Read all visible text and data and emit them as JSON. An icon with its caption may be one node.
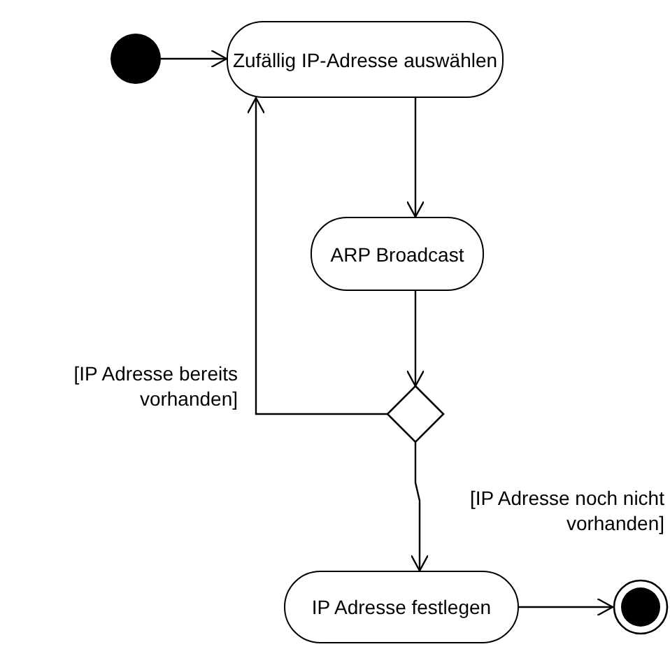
{
  "diagram": {
    "nodes": [
      {
        "text": [],
        "shape": "circle"
      },
      {
        "text": [
          "Zufällig IP-Adresse auswählen"
        ]
      },
      {
        "text": [
          "ARP Broadcast"
        ]
      },
      {
        "text": [],
        "shape": "diamond"
      },
      {
        "text": [
          "IP Adresse festlegen"
        ]
      },
      {
        "text": [],
        "shape": "circle"
      }
    ],
    "edges": [
      {
        "from": 0,
        "to": 1,
        "arrow": "to"
      },
      {
        "from": 1,
        "to": 2,
        "arrow": "to"
      },
      {
        "from": 2,
        "to": 3,
        "arrow": "to"
      },
      {
        "from": 3,
        "to": 1,
        "arrow": "to",
        "label": "[IP Adresse bereits vorhanden]"
      },
      {
        "from": 3,
        "to": 4,
        "arrow": "to",
        "label": "[IP Adresse noch nicht vorhanden]"
      },
      {
        "from": 4,
        "to": 5,
        "arrow": "to"
      }
    ]
  }
}
